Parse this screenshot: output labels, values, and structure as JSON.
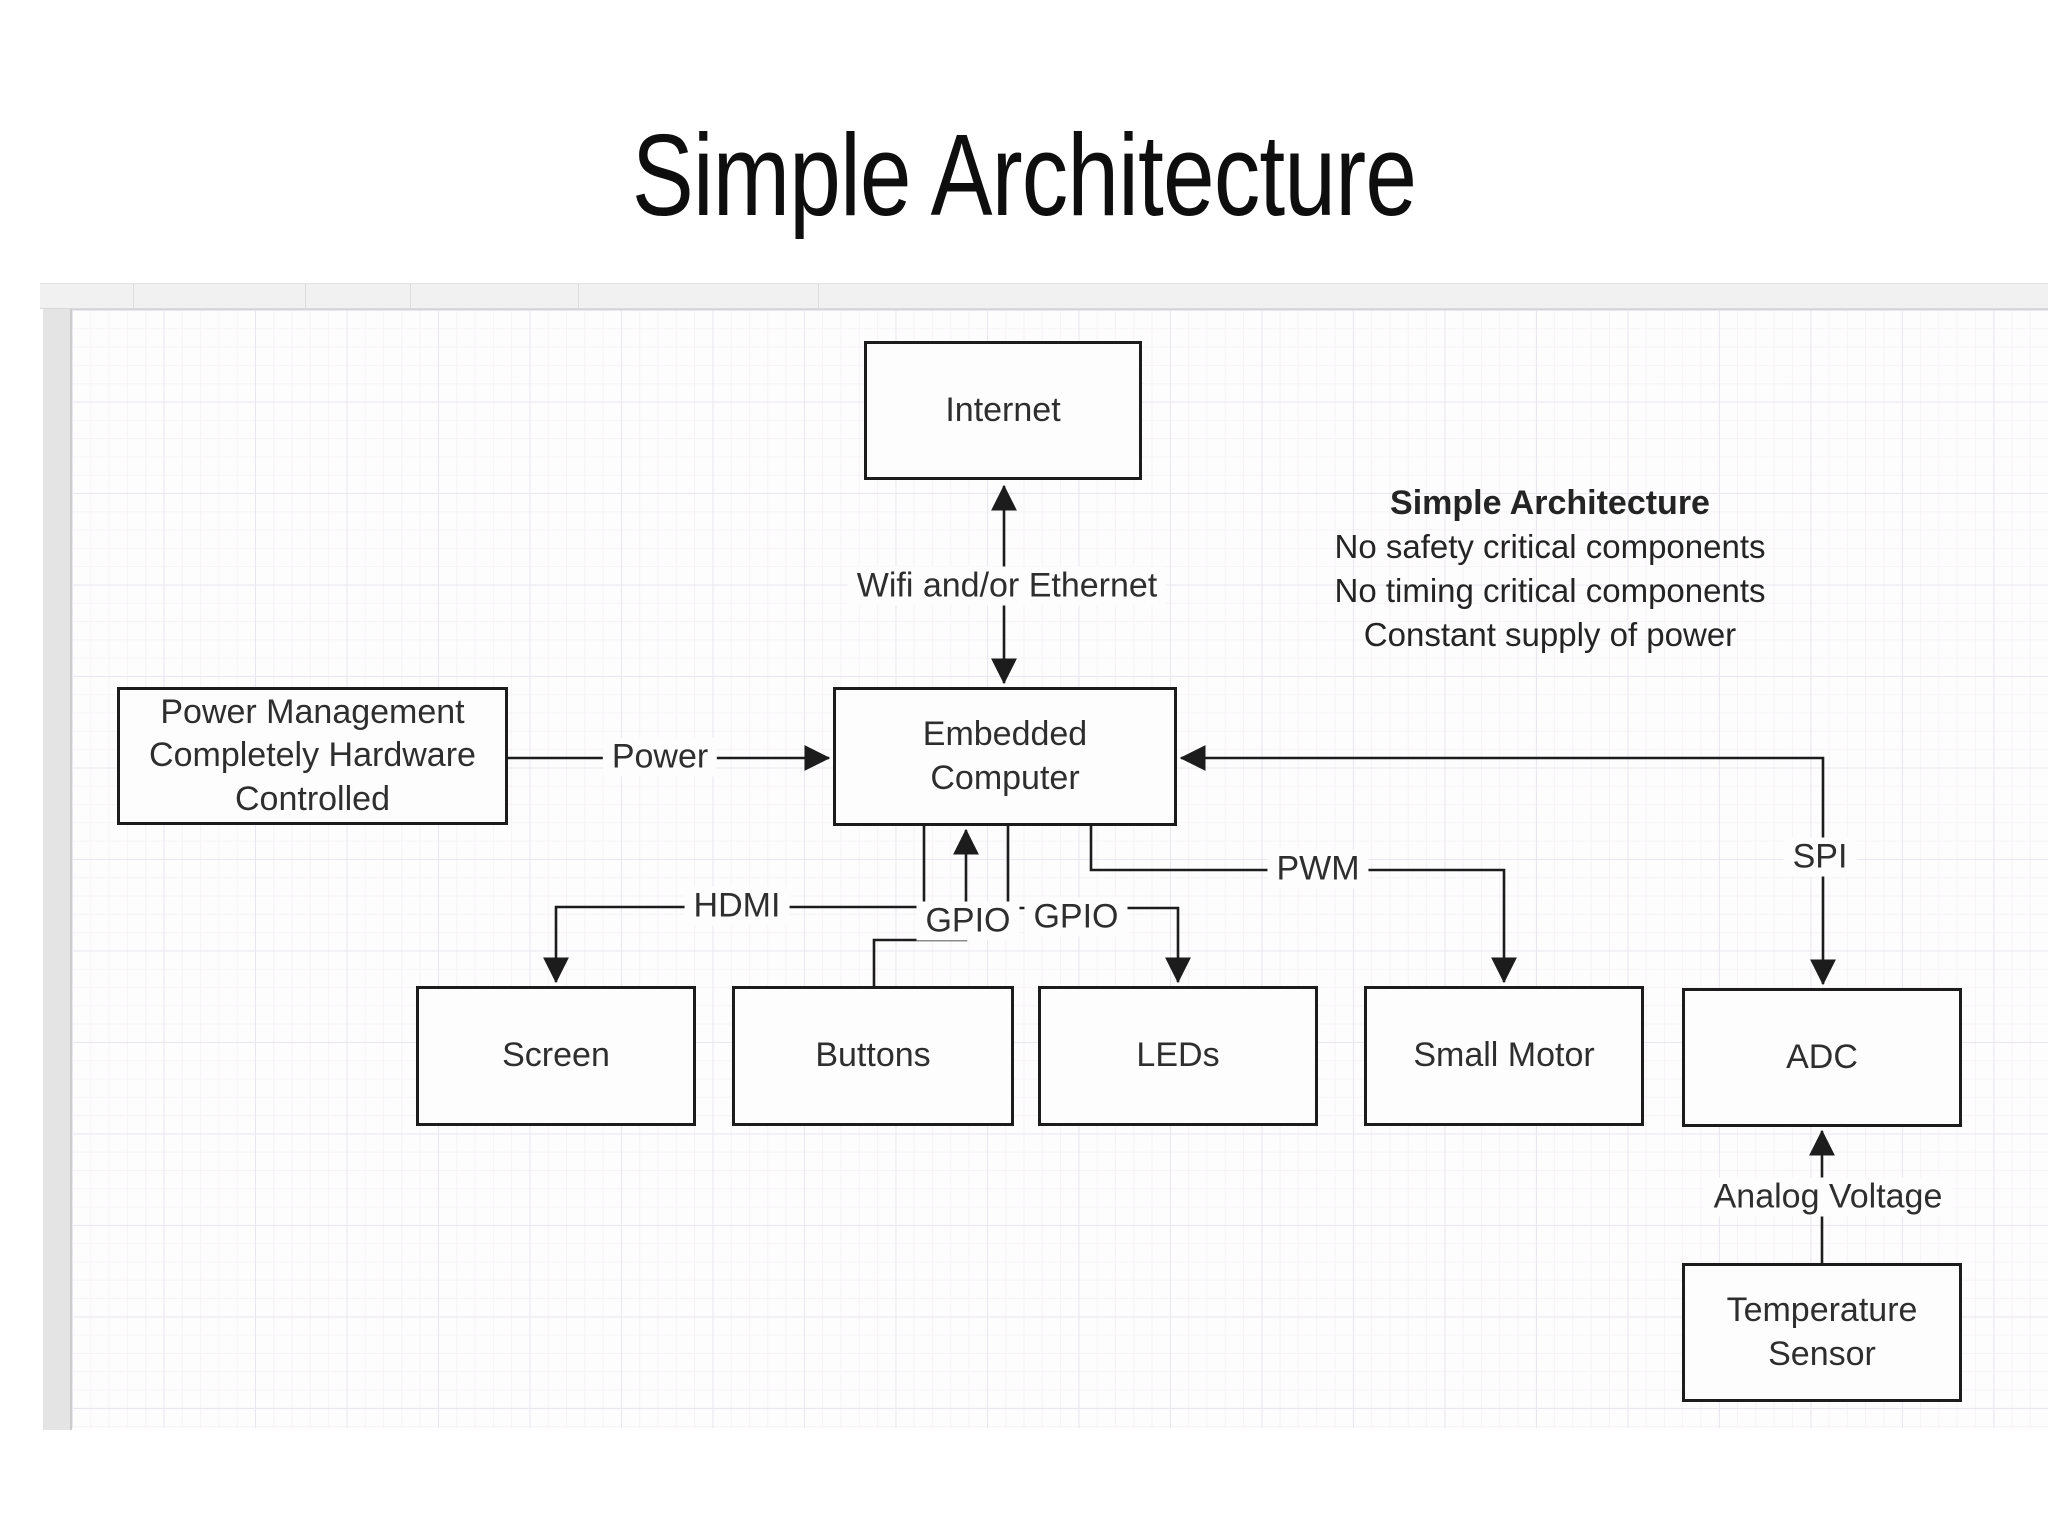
{
  "slide": {
    "title": "Simple Architecture"
  },
  "nodes": {
    "internet": {
      "label": "Internet"
    },
    "power_mgmt": {
      "label": "Power Management\nCompletely Hardware\nControlled"
    },
    "embedded": {
      "label": "Embedded\nComputer"
    },
    "screen": {
      "label": "Screen"
    },
    "buttons": {
      "label": "Buttons"
    },
    "leds": {
      "label": "LEDs"
    },
    "small_motor": {
      "label": "Small Motor"
    },
    "adc": {
      "label": "ADC"
    },
    "temp_sensor": {
      "label": "Temperature\nSensor"
    }
  },
  "edges": {
    "wifi": {
      "label": "Wifi and/or Ethernet",
      "from": "Internet",
      "to": "Embedded Computer",
      "arrows": "both"
    },
    "power": {
      "label": "Power",
      "from": "Power Management",
      "to": "Embedded Computer",
      "arrows": "to"
    },
    "hdmi": {
      "label": "HDMI",
      "from": "Embedded Computer",
      "to": "Screen",
      "arrows": "to"
    },
    "gpio_buttons": {
      "label": "GPIO",
      "from": "Buttons",
      "to": "Embedded Computer",
      "arrows": "to"
    },
    "gpio_leds": {
      "label": "GPIO",
      "from": "Embedded Computer",
      "to": "LEDs",
      "arrows": "to"
    },
    "pwm": {
      "label": "PWM",
      "from": "Embedded Computer",
      "to": "Small Motor",
      "arrows": "to"
    },
    "spi": {
      "label": "SPI",
      "from": "ADC",
      "to": "Embedded Computer",
      "arrows": "both"
    },
    "analog": {
      "label": "Analog Voltage",
      "from": "Temperature Sensor",
      "to": "ADC",
      "arrows": "to"
    }
  },
  "annotation": {
    "title": "Simple Architecture",
    "lines": [
      "No safety critical components",
      "No timing critical components",
      "Constant supply of power"
    ]
  },
  "colors": {
    "connector": "#1c1c1c",
    "box_border": "#1c1c1c",
    "box_fill": "#fdfdfe",
    "grid_major": "#eae8ee",
    "grid_minor": "#f7f3f6",
    "chrome_band": "#f1f1f1",
    "scroll_strip": "#e4e4e4"
  }
}
